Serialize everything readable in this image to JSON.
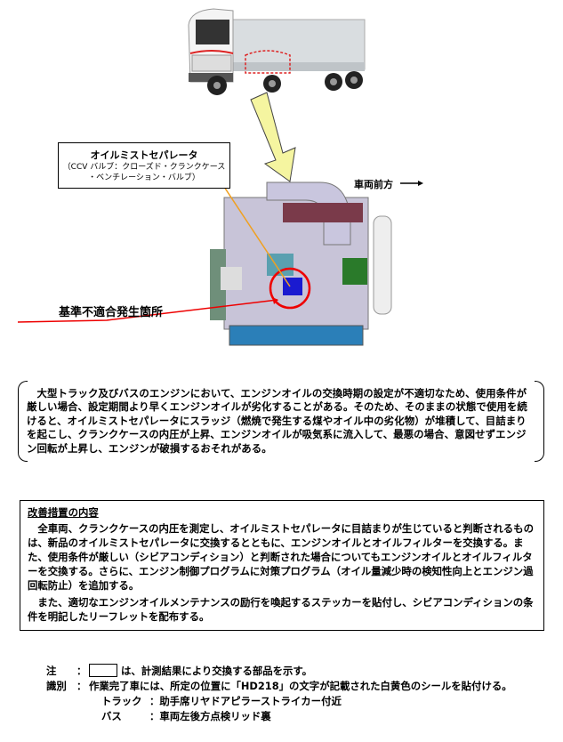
{
  "figure": {
    "callout_title": "オイルミストセパレータ",
    "callout_sub1": "（CCV バルブ：クローズド・クランクケース",
    "callout_sub2": "・ベンチレーション・バルブ）",
    "front_label": "車両前方",
    "defect_label": "基準不適合発生箇所"
  },
  "description": {
    "text": "　大型トラック及びバスのエンジンにおいて、エンジンオイルの交換時期の設定が不適切なため、使用条件が厳しい場合、設定期間より早くエンジンオイルが劣化することがある。そのため、そのままの状態で使用を続けると、オイルミストセパレータにスラッジ（燃焼で発生する煤やオイル中の劣化物）が堆積して、目詰まりを起こし、クランクケースの内圧が上昇、エンジンオイルが吸気系に流入して、最悪の場合、意図せずエンジン回転が上昇し、エンジンが破損するおそれがある。"
  },
  "measures": {
    "heading": "改善措置の内容",
    "para1": "全車両、クランクケースの内圧を測定し、オイルミストセパレータに目詰まりが生じていると判断されるものは、新品のオイルミストセパレータに交換するとともに、エンジンオイルとオイルフィルターを交換する。また、使用条件が厳しい（シビアコンディション）と判断された場合についてもエンジンオイルとオイルフィルターを交換する。さらに、エンジン制御プログラムに対策プログラム（オイル量減少時の検知性向上とエンジン過回転防止）を追加する。",
    "para2": "また、適切なエンジンオイルメンテナンスの励行を喚起するステッカーを貼付し、シビアコンディションの条件を明記したリーフレットを配布する。"
  },
  "notes": {
    "note_label": "注",
    "colon": "：",
    "note_text": "は、計測結果により交換する部品を示す。",
    "ident_label": "識別",
    "ident_text": "作業完了車には、所定の位置に「HD218」の文字が記載された白黄色のシールを貼付ける。",
    "truck_label": "トラック",
    "truck_text": "：助手席リヤドアピラーストライカー付近",
    "bus_label": "バス",
    "bus_text": "：車両左後方点検リッド裏"
  }
}
